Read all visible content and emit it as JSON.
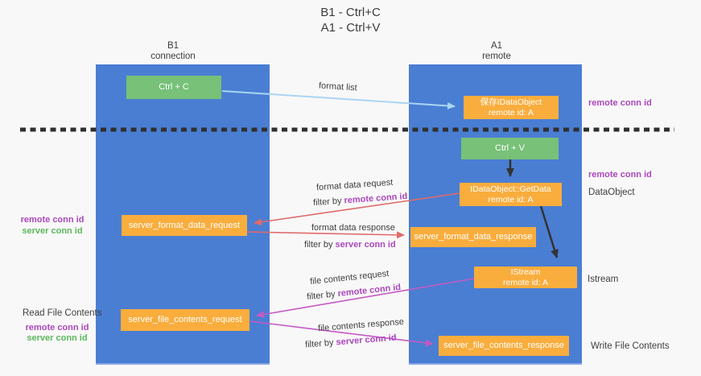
{
  "title": {
    "line1": "B1 - Ctrl+C",
    "line2": "A1 - Ctrl+V"
  },
  "lanes": {
    "b1": {
      "header_top": "B1",
      "header_bottom": "connection"
    },
    "a1": {
      "header_top": "A1",
      "header_bottom": "remote"
    }
  },
  "nodes": {
    "ctrl_c": {
      "label": "Ctrl + C"
    },
    "save_idataobject": {
      "line1": "保存IDataObject",
      "line2": "remote id: A"
    },
    "ctrl_v": {
      "label": "Ctrl + V"
    },
    "getdata": {
      "line1": "IDataObject::GetData",
      "line2": "remote id: A"
    },
    "format_request": {
      "label": "server_format_data_request"
    },
    "format_response": {
      "label": "server_format_data_response"
    },
    "istream": {
      "line1": "IStream",
      "line2": "remote id: A"
    },
    "file_request": {
      "label": "server_file_contents_request"
    },
    "file_response": {
      "label": "server_file_contents_response"
    }
  },
  "flow_labels": {
    "format_list": "format list",
    "format_data_request": "format data request",
    "format_data_response": "format data response",
    "file_contents_request": "file contents request",
    "file_contents_response": "file contents response",
    "filter_by": "filter by ",
    "remote_conn_id": "remote conn id",
    "server_conn_id": "server conn id"
  },
  "annotations": {
    "right_remote_conn_id_1": "remote conn id",
    "right_remote_conn_id_2": "remote conn id",
    "right_dataobject": "DataObject",
    "right_istream": "Istream",
    "right_write_file_contents": "Write File Contents",
    "left_remote_conn_id_1": "remote conn id",
    "left_server_conn_id_1": "server conn id",
    "left_read_file_contents": "Read File Contents",
    "left_remote_conn_id_2": "remote conn id",
    "left_server_conn_id_2": "server conn id"
  },
  "colors": {
    "lane_blue": "#4a7ed3",
    "box_green": "#77c178",
    "box_orange": "#f9ad3d",
    "arrow_light_blue": "#a9d5f2",
    "arrow_salmon": "#e06a6a",
    "arrow_magenta": "#c45ac4",
    "arrow_black": "#333333",
    "dashed_line": "#2f2f2f",
    "text_purple": "#ab47bc",
    "text_green": "#5cb85c",
    "text_dark": "#3f3f3f"
  }
}
